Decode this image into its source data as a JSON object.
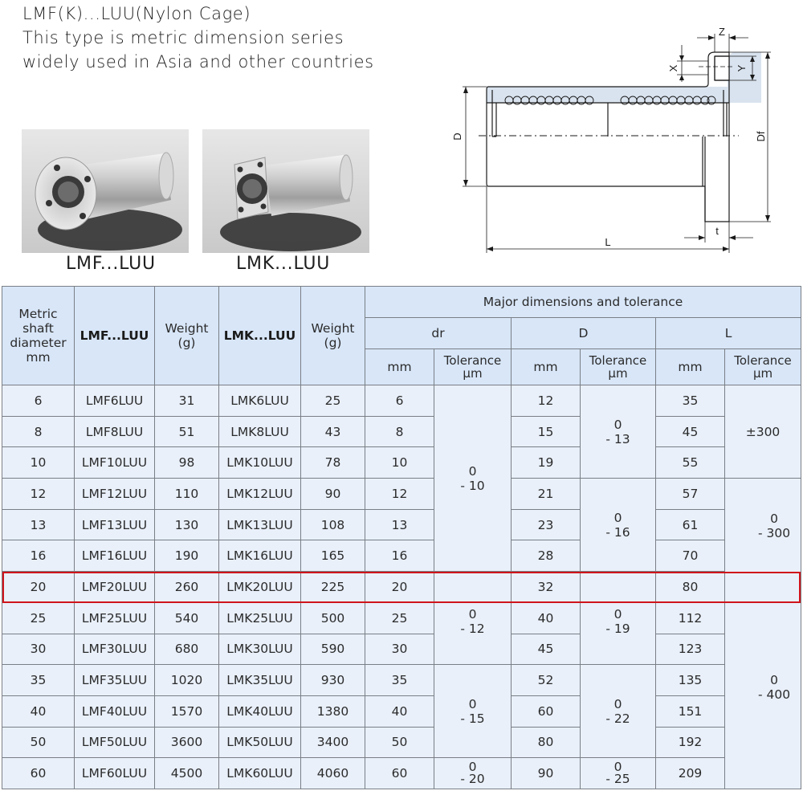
{
  "intro": {
    "title": "LMF(K)...LUU(Nylon Cage)",
    "line2": "This type is metric dimension series",
    "line3": "widely used in Asia and other countries"
  },
  "photos": [
    {
      "label": "LMF...LUU",
      "shape": "round-flange"
    },
    {
      "label": "LMK...LUU",
      "shape": "square-flange"
    }
  ],
  "diagram": {
    "labels": {
      "D": "D",
      "Df": "Df",
      "L": "L",
      "t": "t",
      "X": "X",
      "Y": "Y",
      "Z": "Z"
    },
    "fill_color": "#d9e3ef",
    "line_color": "#1a1a1a"
  },
  "table": {
    "header": {
      "shaft": [
        "Metric",
        "shaft",
        "diameter",
        "mm"
      ],
      "lmf": "LMF...LUU",
      "weight_lmf": [
        "Weight",
        "(g)"
      ],
      "lmk": "LMK...LUU",
      "weight_lmk": [
        "Weight",
        "(g)"
      ],
      "major": "Major dimensions and tolerance",
      "groups": [
        "dr",
        "D",
        "L"
      ],
      "mm": "mm",
      "tolerance": [
        "Tolerance",
        "µm"
      ]
    },
    "rows": [
      {
        "shaft": "6",
        "lmf": "LMF6LUU",
        "w1": "31",
        "lmk": "LMK6LUU",
        "w2": "25",
        "dr": "6",
        "D": "12",
        "L": "35"
      },
      {
        "shaft": "8",
        "lmf": "LMF8LUU",
        "w1": "51",
        "lmk": "LMK8LUU",
        "w2": "43",
        "dr": "8",
        "D": "15",
        "L": "45"
      },
      {
        "shaft": "10",
        "lmf": "LMF10LUU",
        "w1": "98",
        "lmk": "LMK10LUU",
        "w2": "78",
        "dr": "10",
        "D": "19",
        "L": "55"
      },
      {
        "shaft": "12",
        "lmf": "LMF12LUU",
        "w1": "110",
        "lmk": "LMK12LUU",
        "w2": "90",
        "dr": "12",
        "D": "21",
        "L": "57"
      },
      {
        "shaft": "13",
        "lmf": "LMF13LUU",
        "w1": "130",
        "lmk": "LMK13LUU",
        "w2": "108",
        "dr": "13",
        "D": "23",
        "L": "61"
      },
      {
        "shaft": "16",
        "lmf": "LMF16LUU",
        "w1": "190",
        "lmk": "LMK16LUU",
        "w2": "165",
        "dr": "16",
        "D": "28",
        "L": "70"
      },
      {
        "shaft": "20",
        "lmf": "LMF20LUU",
        "w1": "260",
        "lmk": "LMK20LUU",
        "w2": "225",
        "dr": "20",
        "D": "32",
        "L": "80"
      },
      {
        "shaft": "25",
        "lmf": "LMF25LUU",
        "w1": "540",
        "lmk": "LMK25LUU",
        "w2": "500",
        "dr": "25",
        "D": "40",
        "L": "112"
      },
      {
        "shaft": "30",
        "lmf": "LMF30LUU",
        "w1": "680",
        "lmk": "LMK30LUU",
        "w2": "590",
        "dr": "30",
        "D": "45",
        "L": "123"
      },
      {
        "shaft": "35",
        "lmf": "LMF35LUU",
        "w1": "1020",
        "lmk": "LMK35LUU",
        "w2": "930",
        "dr": "35",
        "D": "52",
        "L": "135"
      },
      {
        "shaft": "40",
        "lmf": "LMF40LUU",
        "w1": "1570",
        "lmk": "LMK40LUU",
        "w2": "1380",
        "dr": "40",
        "D": "60",
        "L": "151"
      },
      {
        "shaft": "50",
        "lmf": "LMF50LUU",
        "w1": "3600",
        "lmk": "LMK50LUU",
        "w2": "3400",
        "dr": "50",
        "D": "80",
        "L": "192"
      },
      {
        "shaft": "60",
        "lmf": "LMF60LUU",
        "w1": "4500",
        "lmk": "LMK60LUU",
        "w2": "4060",
        "dr": "60",
        "D": "90",
        "L": "209"
      }
    ],
    "tolerances": {
      "dr": [
        {
          "rows": "6-16",
          "upper": "0",
          "lower": "- 10"
        },
        {
          "rows": "20-30",
          "upper": "0",
          "lower": "- 12"
        },
        {
          "rows": "35-50",
          "upper": "0",
          "lower": "- 15"
        },
        {
          "rows": "60",
          "upper": "0",
          "lower": "- 20"
        }
      ],
      "D": [
        {
          "rows": "6-10",
          "upper": "0",
          "lower": "- 13"
        },
        {
          "rows": "12-16",
          "upper": "0",
          "lower": "- 16"
        },
        {
          "rows": "20-30",
          "upper": "0",
          "lower": "- 19"
        },
        {
          "rows": "35-50",
          "upper": "0",
          "lower": "- 22"
        },
        {
          "rows": "60",
          "upper": "0",
          "lower": "- 25"
        }
      ],
      "L": [
        {
          "rows": "6-10",
          "value": "±300"
        },
        {
          "rows": "12-20",
          "upper": "0",
          "lower": "- 300"
        },
        {
          "rows": "25-60",
          "upper": "0",
          "lower": "- 400"
        }
      ]
    },
    "highlighted_row": "20",
    "highlight_color": "#d0141b",
    "header_bg": "#d8e6f8",
    "body_bg": "#e9f0fa"
  }
}
